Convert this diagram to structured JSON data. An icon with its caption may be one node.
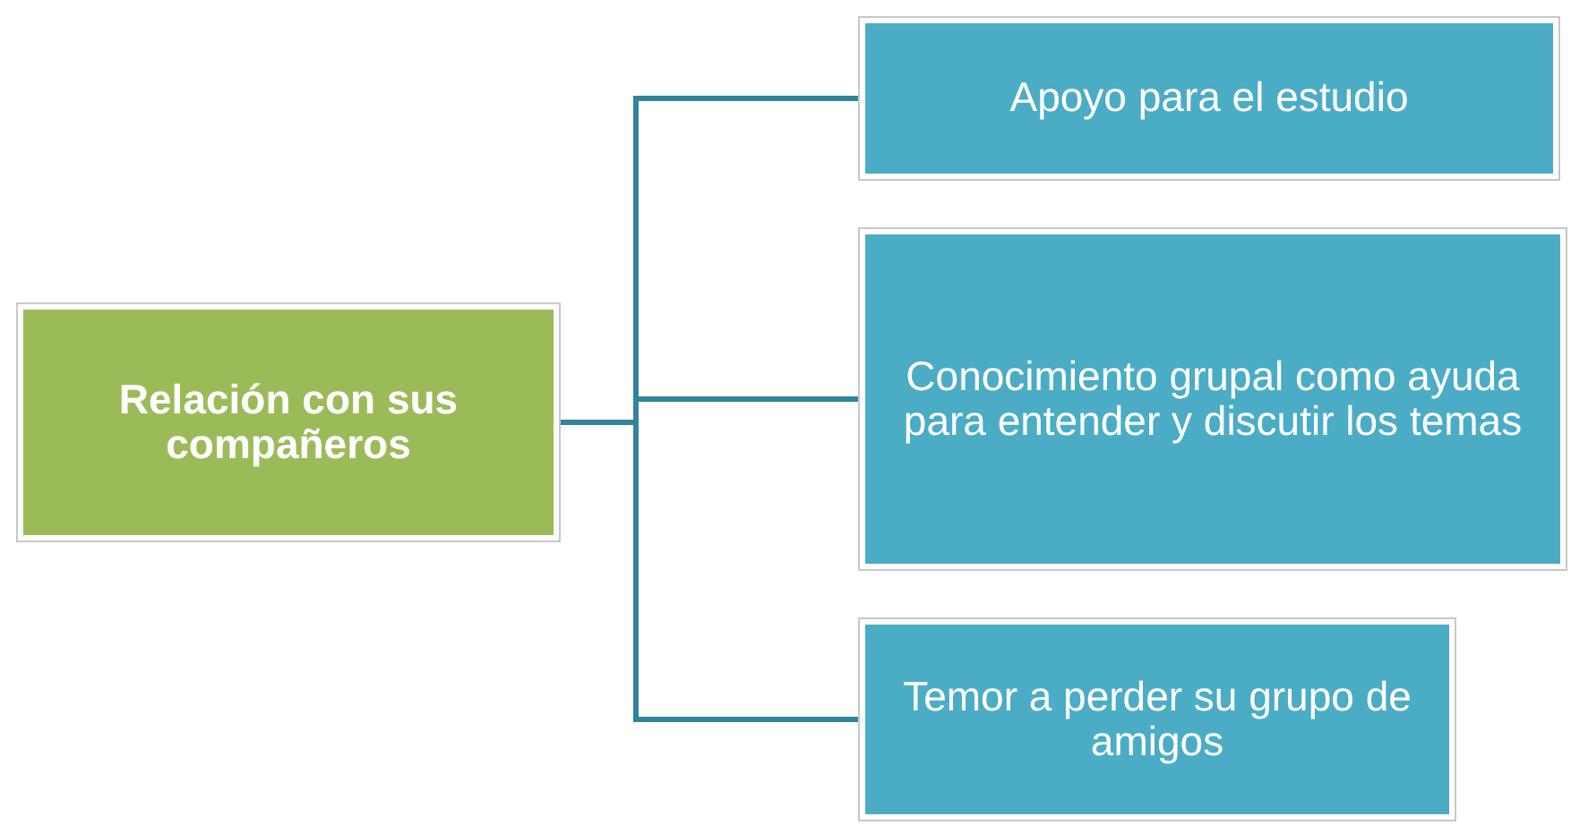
{
  "diagram": {
    "nodes": [
      {
        "text": [
          "Relación con sus compañeros"
        ]
      },
      {
        "text": [
          "Apoyo para el estudio"
        ]
      },
      {
        "text": [
          "Conocimiento grupal como ayuda para entender y discutir los temas"
        ]
      },
      {
        "text": [
          "Temor a perder su grupo de amigos"
        ]
      }
    ],
    "edges": [
      {
        "from": 0,
        "to": 1,
        "arrow": "none"
      },
      {
        "from": 0,
        "to": 2,
        "arrow": "none"
      },
      {
        "from": 0,
        "to": 3,
        "arrow": "none"
      }
    ]
  }
}
